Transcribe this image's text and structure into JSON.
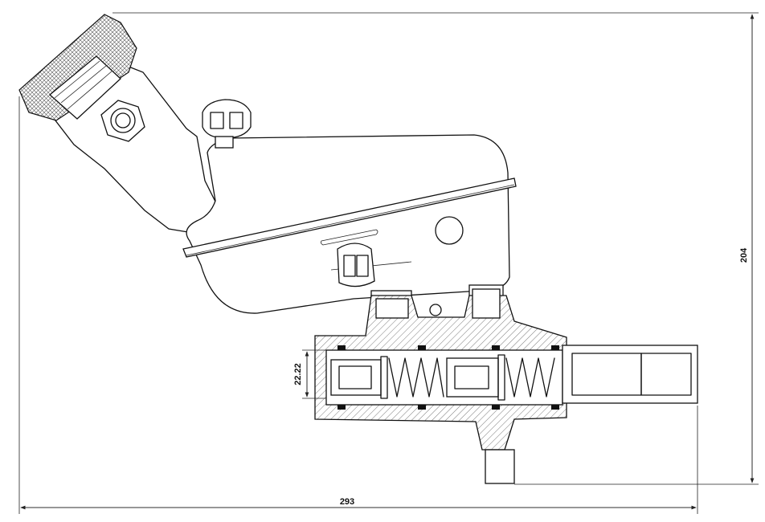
{
  "dimensions": {
    "overall_length": "293",
    "overall_height": "204",
    "bore_diameter": "22.22"
  }
}
